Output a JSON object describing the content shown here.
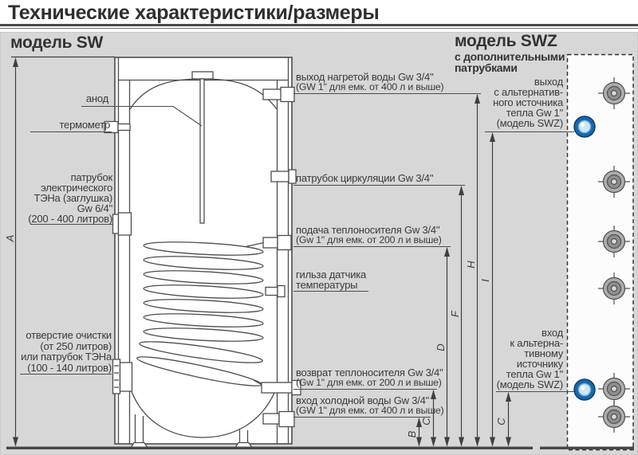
{
  "title": "Технические характеристики/размеры",
  "sw": {
    "header": "модель SW"
  },
  "swz": {
    "header": "модель SWZ",
    "sub1": "с дополнительными",
    "sub2": "патрубками"
  },
  "left_labels": {
    "anode": "анод",
    "thermometer": "термометр",
    "ten": {
      "l1": "патрубок",
      "l2": "электрического",
      "l3": "ТЭНа (заглушка)",
      "l4": "Gw 6/4\"",
      "l5": "(200 - 400 литров)"
    },
    "cleaning": {
      "l1": "отверстие очистки",
      "l2": "(от 250 литров)",
      "l3": "или патрубок ТЭНа",
      "l4": "(100 - 140 литров)"
    }
  },
  "right_labels": {
    "hot_out": {
      "l1": "выход нагретой воды Gw 3/4\"",
      "l2": "(GW 1\" для емк. от 400 л и выше)"
    },
    "circulation": {
      "l1": "патрубок циркуляции Gw 3/4\""
    },
    "supply": {
      "l1": "подача теплоносителя Gw 3/4\"",
      "l2": "(Gw 1\" для емк. от 200 л и выше)"
    },
    "sensor": {
      "l1": "гильза датчика",
      "l2": "температуры"
    },
    "return": {
      "l1": "возврат теплоносителя Gw 3/4\"",
      "l2": "(Gw 1\" для емк. от 200 л и выше)"
    },
    "cold_in": {
      "l1": "вход холодной воды Gw 3/4\"",
      "l2": "(GW 1\" для емк. от 400 л и выше)"
    }
  },
  "swz_labels": {
    "alt_out": {
      "l1": "выход",
      "l2": "с альтернатив-",
      "l3": "ного источника",
      "l4": "тепла Gw 1\"",
      "l5": "(модель SWZ)"
    },
    "alt_in": {
      "l1": "вход",
      "l2": "к альтерна-",
      "l3": "тивному",
      "l4": "источнику",
      "l5": "тепла Gw 1\"",
      "l6": "(модель SWZ)"
    }
  },
  "dimensions": {
    "a": "A",
    "b": "B",
    "c": "C",
    "d": "D",
    "f": "F",
    "h": "H",
    "i": "I",
    "c2": "C"
  },
  "icons": {
    "flange": "flange-icon",
    "blue_port": "alt-heat-port-icon"
  },
  "colors": {
    "panel_bg": "#d7d7d7",
    "line": "#4d4d4d",
    "text": "#3a3a3a",
    "blue_ring": "#1669ad",
    "blue_fill": "#cde9f6",
    "flange_gray": "#adadad",
    "ground": "#454545"
  }
}
